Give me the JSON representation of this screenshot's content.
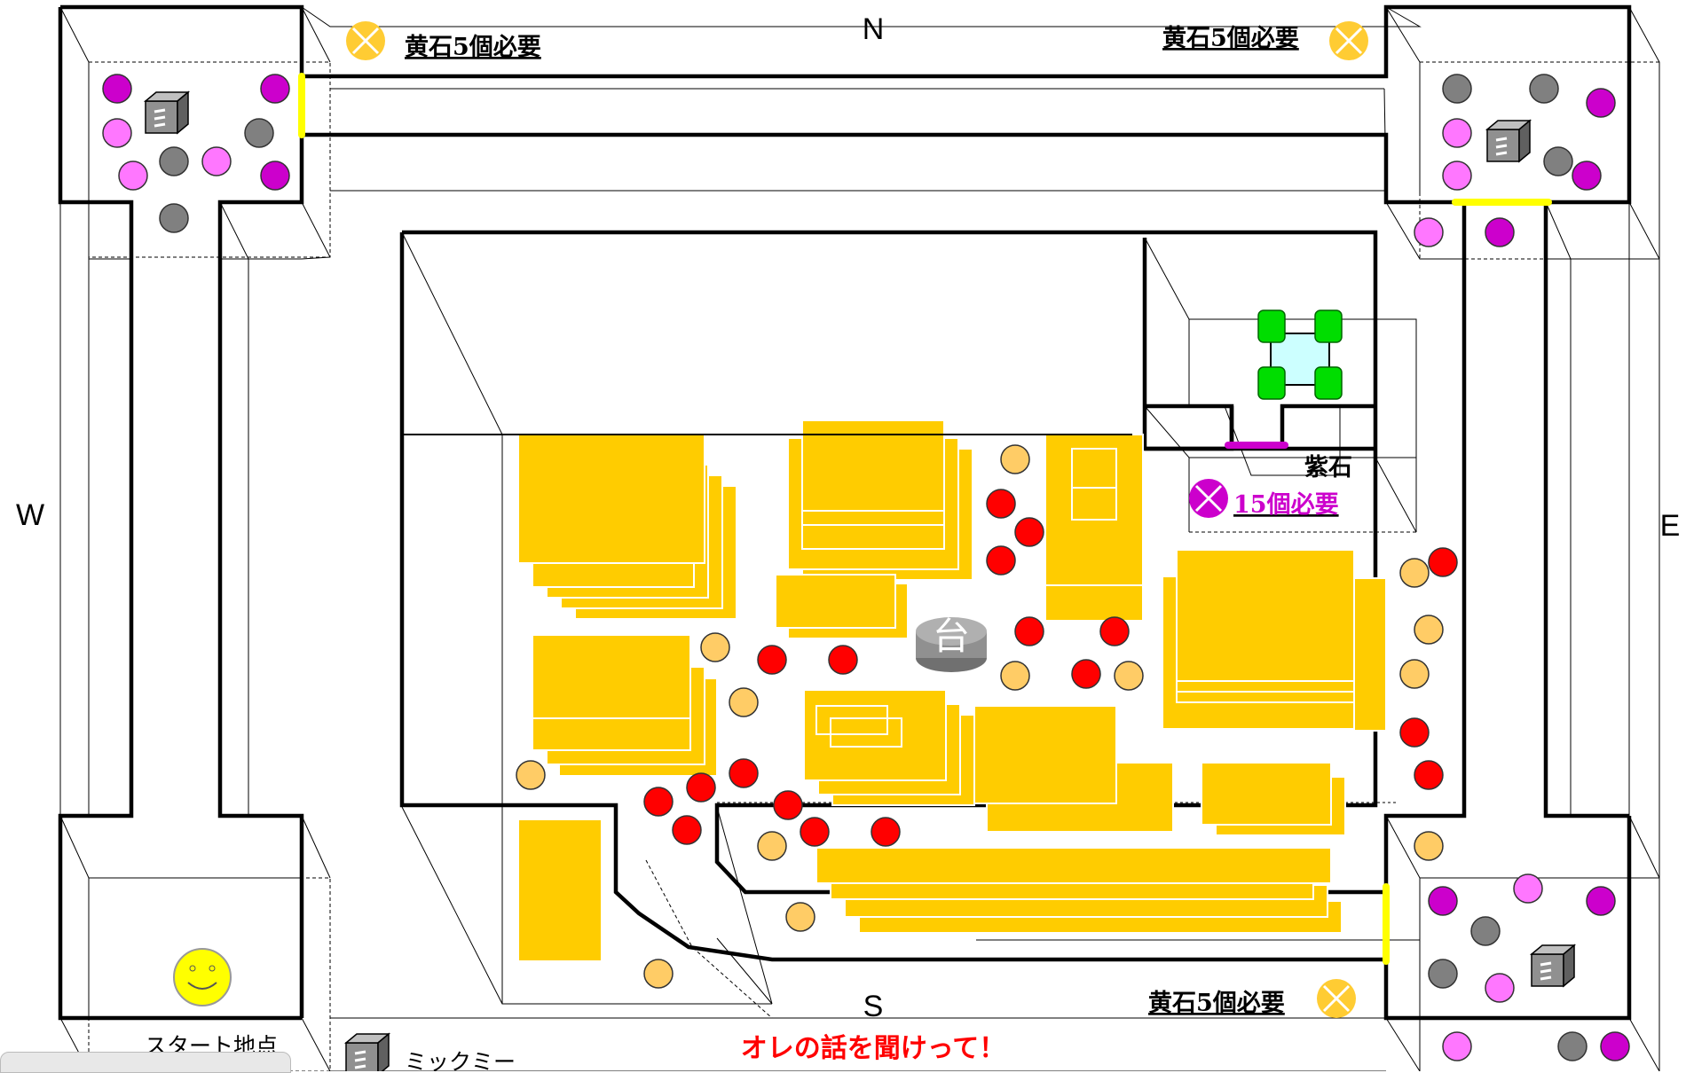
{
  "compass": {
    "north": "N",
    "south": "S",
    "east": "E",
    "west": "W"
  },
  "requirements": {
    "yellow_top_left": "黄石5個必要",
    "yellow_top_right": "黄石5個必要",
    "yellow_bottom_right": "黄石5個必要",
    "purple_label": "紫石",
    "purple_count": "15個必要"
  },
  "center_stand": "台",
  "legend": {
    "start": "スタート地点",
    "mikkumii": "ミックミー"
  },
  "dialogue": "オレの話を聞けって！",
  "colors": {
    "yellow_stone": "#FFD700",
    "purple_stone": "#CC00CC",
    "pink_stone": "#FF77FF",
    "gray_stone": "#808080",
    "red_stone": "#FF0000",
    "orange_stone": "#FFCC66",
    "building": "#FFCC00",
    "gate_yellow": "#FFFF00",
    "gate_purple": "#CC00CC"
  }
}
